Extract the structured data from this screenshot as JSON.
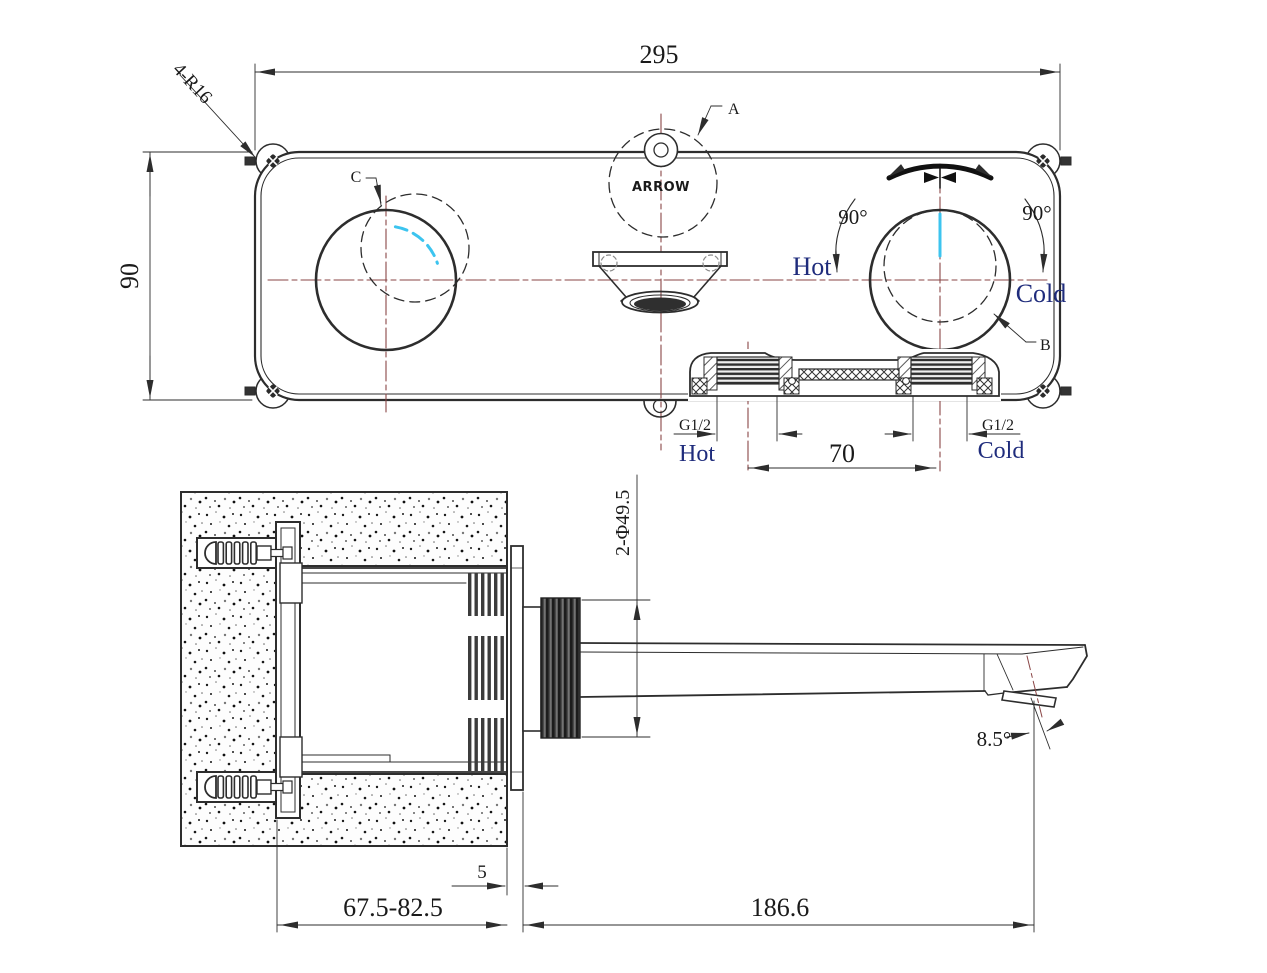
{
  "meta": {
    "title": "Wall-mounted basin mixer installation drawing"
  },
  "colors": {
    "line": "#2d2d2d",
    "centerline": "#8a4646",
    "highlight_cyan": "#3cc4ef",
    "label_blue": "#1f2c7c"
  },
  "front_view": {
    "dim_width": "295",
    "dim_height": "90",
    "corner_note": "4-R16",
    "callout_a": "A",
    "callout_b": "B",
    "callout_c": "C",
    "arrow_text": "ARROW",
    "angle_left": "90°",
    "angle_right": "90°",
    "label_hot": "Hot",
    "label_cold": "Cold",
    "thread_hot": "G1/2",
    "thread_cold": "G1/2",
    "port_hot": "Hot",
    "port_cold": "Cold",
    "dim_inlet_spacing": "70"
  },
  "side_view": {
    "dim_escutcheon_diameter": "2-Φ49.5",
    "dim_embed_depth_range": "67.5-82.5",
    "dim_plate_gap": "5",
    "dim_spout_length": "186.6",
    "dim_outlet_angle": "8.5°"
  }
}
